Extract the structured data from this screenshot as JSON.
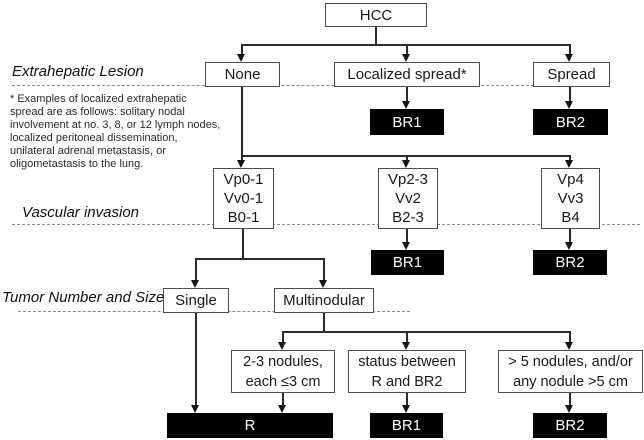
{
  "diagram": {
    "root": "HCC",
    "sections": {
      "extrahepatic": "Extrahepatic Lesion",
      "vascular": "Vascular invasion",
      "tumor": "Tumor Number and Size"
    },
    "extrahepatic": {
      "none": "None",
      "localized": "Localized spread*",
      "spread": "Spread",
      "br1": "BR1",
      "br2": "BR2"
    },
    "vascular": {
      "low": [
        "Vp0-1",
        "Vv0-1",
        "B0-1"
      ],
      "mid": [
        "Vp2-3",
        "Vv2",
        "B2-3"
      ],
      "high": [
        "Vp4",
        "Vv3",
        "B4"
      ],
      "br1": "BR1",
      "br2": "BR2"
    },
    "tumor": {
      "single": "Single",
      "multinodular": "Multinodular",
      "nodules23": [
        "2-3 nodules,",
        "each ≤3 cm"
      ],
      "status": [
        "status between",
        "R and BR2"
      ],
      "nodules5": [
        "> 5 nodules, and/or",
        "any nodule >5 cm"
      ],
      "r": "R",
      "br1": "BR1",
      "br2": "BR2"
    },
    "footnote": [
      "* Examples of localized extrahepatic",
      "spread are as follows: solitary nodal",
      "involvement at no. 3, 8, or 12 lymph nodes,",
      "localized peritoneal dissemination,",
      "unilateral adrenal metastasis, or",
      "oligometastasis to the lung."
    ],
    "colors": {
      "outcome_bg": "#000000",
      "outcome_text": "#ffffff",
      "box_border": "#4d4d4d",
      "line": "#2b2b2b",
      "dashed": "#8a8a8a"
    }
  }
}
